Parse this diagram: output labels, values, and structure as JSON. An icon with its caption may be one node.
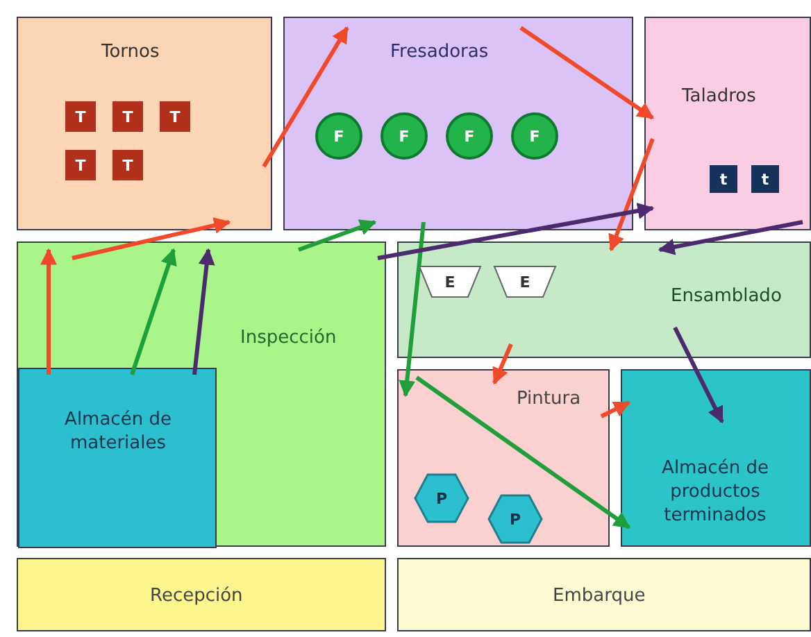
{
  "diagram": {
    "nodes": [
      {
        "text": [
          "Tornos"
        ]
      },
      {
        "text": [
          "T"
        ],
        "in": 0
      },
      {
        "text": [
          "T"
        ],
        "in": 0
      },
      {
        "text": [
          "T"
        ],
        "in": 0
      },
      {
        "text": [
          "T"
        ],
        "in": 0
      },
      {
        "text": [
          "T"
        ],
        "in": 0
      },
      {
        "text": [
          "Fresadoras"
        ]
      },
      {
        "text": [
          "F"
        ],
        "in": 6
      },
      {
        "text": [
          "F"
        ],
        "in": 6
      },
      {
        "text": [
          "F"
        ],
        "in": 6
      },
      {
        "text": [
          "F"
        ],
        "in": 6
      },
      {
        "text": [
          "Taladros"
        ]
      },
      {
        "text": [
          "t"
        ],
        "in": 11
      },
      {
        "text": [
          "t"
        ],
        "in": 11
      },
      {
        "text": [
          "Inspección"
        ]
      },
      {
        "text": [
          "Ensamblado"
        ]
      },
      {
        "text": [
          "E"
        ],
        "in": 15
      },
      {
        "text": [
          "E"
        ],
        "in": 15
      },
      {
        "text": [
          "Almacén de materiales"
        ],
        "in": 14
      },
      {
        "text": [
          "Pintura"
        ]
      },
      {
        "text": [
          "P"
        ],
        "in": 19
      },
      {
        "text": [
          "P"
        ],
        "in": 19
      },
      {
        "text": [
          "Almacén de productos terminados"
        ]
      },
      {
        "text": [
          "Recepción"
        ]
      },
      {
        "text": [
          "Embarque"
        ]
      }
    ],
    "edges": [
      {
        "from": 18,
        "to": 14,
        "arrow": "to"
      },
      {
        "from": 14,
        "to": 0,
        "arrow": "to"
      },
      {
        "from": 0,
        "to": 6,
        "arrow": "to"
      },
      {
        "from": 6,
        "to": 11,
        "arrow": "to"
      },
      {
        "from": 11,
        "to": 15,
        "arrow": "to"
      },
      {
        "from": 15,
        "to": 19,
        "arrow": "to"
      },
      {
        "from": 19,
        "to": 22,
        "arrow": "to"
      },
      {
        "from": 18,
        "to": 14,
        "arrow": "to",
        "color": "#1f9e3a"
      },
      {
        "from": 14,
        "to": 6,
        "arrow": "to",
        "color": "#1f9e3a"
      },
      {
        "from": 6,
        "to": 19,
        "arrow": "to",
        "color": "#1f9e3a"
      },
      {
        "from": 19,
        "to": 22,
        "arrow": "to",
        "color": "#1f9e3a"
      },
      {
        "from": 18,
        "to": 14,
        "arrow": "to",
        "color": "#4b2a6e"
      },
      {
        "from": 14,
        "to": 11,
        "arrow": "to",
        "color": "#4b2a6e"
      },
      {
        "from": 11,
        "to": 15,
        "arrow": "to",
        "color": "#4b2a6e"
      },
      {
        "from": 15,
        "to": 22,
        "arrow": "to",
        "color": "#4b2a6e"
      }
    ]
  }
}
